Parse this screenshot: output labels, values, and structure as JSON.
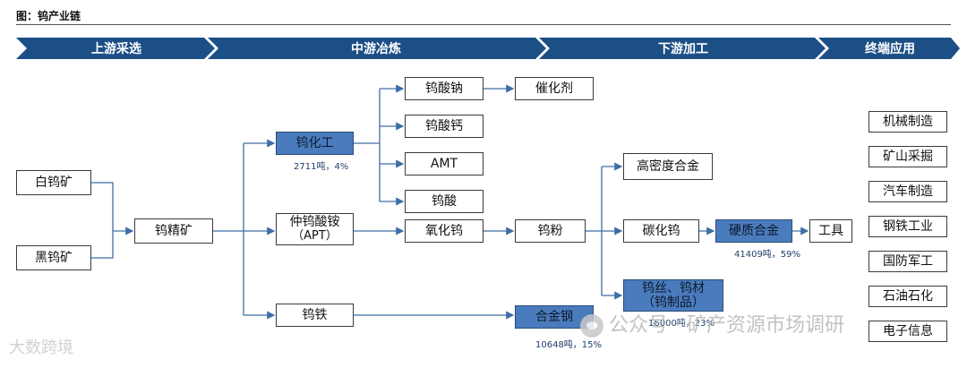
{
  "title": "图：钨产业链",
  "stages": [
    "上游采选",
    "中游冶炼",
    "下游加工",
    "终端应用"
  ],
  "nodes": {
    "scheelite": "白钨矿",
    "wolframite": "黑钨矿",
    "concentrate": "钨精矿",
    "tungsten_chem": "钨化工",
    "apt_line1": "仲钨酸铵",
    "apt_line2": "（APT）",
    "ferrotungsten": "钨铁",
    "sodium_tungstate": "钨酸钠",
    "calcium_tungstate": "钨酸钙",
    "amt": "AMT",
    "tungstic_acid": "钨酸",
    "tungsten_oxide": "氧化钨",
    "catalyst": "催化剂",
    "tungsten_powder": "钨粉",
    "alloy_steel": "合金钢",
    "high_density_alloy": "高密度合金",
    "tungsten_carbide": "碳化钨",
    "wire_line1": "钨丝、钨材",
    "wire_line2": "（钨制品）",
    "hard_alloy": "硬质合金",
    "tools": "工具"
  },
  "notes": {
    "tungsten_chem": "2711吨，4%",
    "alloy_steel": "10648吨，15%",
    "wire": "16000吨，23%",
    "hard_alloy": "41409吨，59%"
  },
  "applications": [
    "机械制造",
    "矿山采掘",
    "汽车制造",
    "钢铁工业",
    "国防军工",
    "石油石化",
    "电子信息"
  ],
  "watermarks": {
    "left": "大数跨境",
    "right": "公众号 · 矿产资源市场调研"
  },
  "colors": {
    "banner": "#1b4f86",
    "highlight": "#4a7bbd",
    "note_text": "#1f3f6a",
    "connector": "#3d6ea6"
  }
}
